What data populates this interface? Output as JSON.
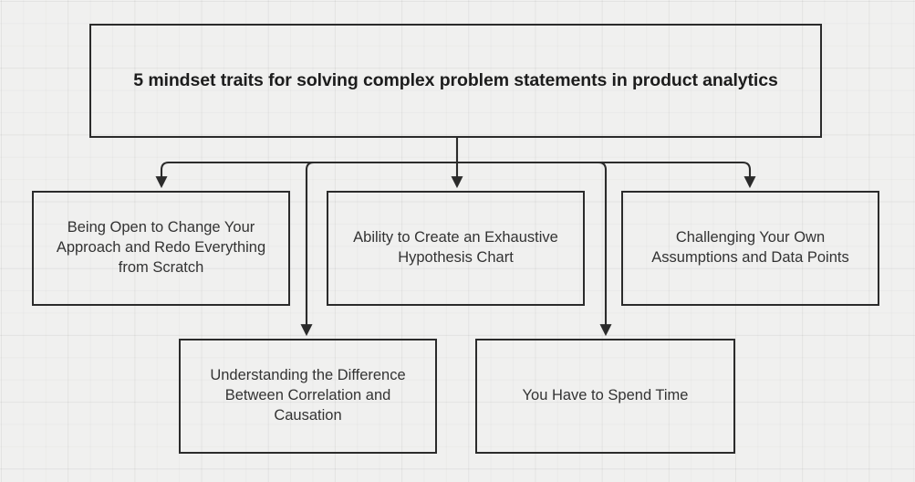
{
  "diagram": {
    "type": "hierarchy-tree",
    "title": "5 mindset traits for solving complex problem statements in product analytics",
    "root": {
      "id": "root",
      "label": "5 mindset traits for solving complex problem statements in product analytics"
    },
    "children": [
      {
        "id": "change",
        "label": "Being Open to Change Your Approach and Redo Everything from Scratch",
        "row": "top",
        "order": 1
      },
      {
        "id": "correlation",
        "label": "Understanding the Difference Between Correlation and Causation",
        "row": "bottom",
        "order": 2
      },
      {
        "id": "hypothesis",
        "label": "Ability to Create an Exhaustive Hypothesis Chart",
        "row": "top",
        "order": 3
      },
      {
        "id": "time",
        "label": "You Have to Spend Time",
        "row": "bottom",
        "order": 4
      },
      {
        "id": "assumptions",
        "label": "Challenging Your Own Assumptions and Data Points",
        "row": "top",
        "order": 5
      }
    ],
    "colors": {
      "background": "#f0f0ef",
      "grid_line": "#e7e7e6",
      "node_border": "#2b2b2b",
      "node_fill": "transparent",
      "edge_stroke": "#2b2b2b",
      "title_text": "#1d1d1d",
      "node_text": "#333333"
    },
    "edges": [
      {
        "from": "root",
        "to": "change",
        "style": "orthogonal-arrow"
      },
      {
        "from": "root",
        "to": "correlation",
        "style": "orthogonal-arrow"
      },
      {
        "from": "root",
        "to": "hypothesis",
        "style": "orthogonal-arrow"
      },
      {
        "from": "root",
        "to": "time",
        "style": "orthogonal-arrow"
      },
      {
        "from": "root",
        "to": "assumptions",
        "style": "orthogonal-arrow"
      }
    ]
  }
}
